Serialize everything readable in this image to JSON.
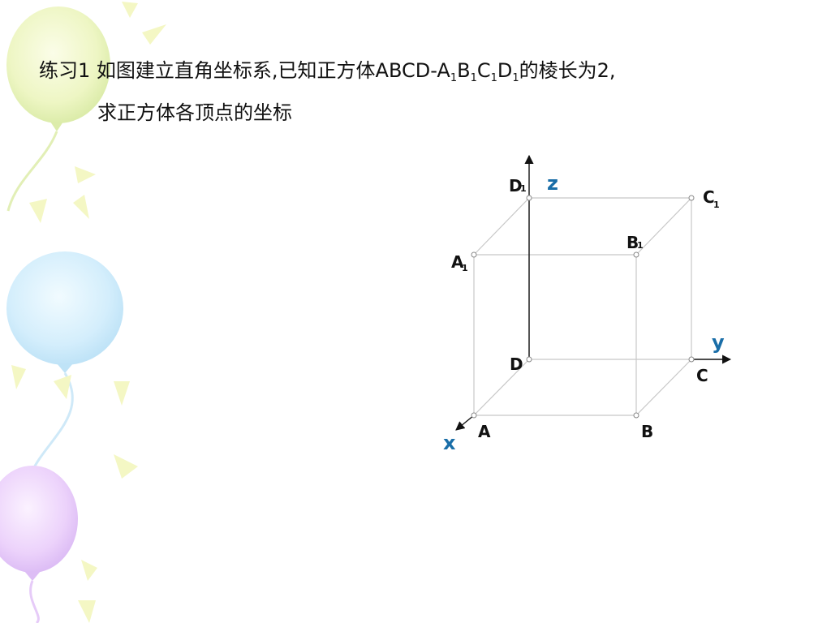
{
  "problem": {
    "label": "练习1",
    "line1_before": "如图建立直角坐标系,已知正方体ABCD-A",
    "sub1": "1",
    "b": "B",
    "sub2": "1",
    "c": "C",
    "sub3": "1",
    "d": "D",
    "sub4": "1",
    "line1_after": "的棱长为2,",
    "line2": "求正方体各顶点的坐标"
  },
  "diagram": {
    "axes": {
      "x": "x",
      "y": "y",
      "z": "z"
    },
    "vertices": {
      "A": "A",
      "B": "B",
      "C": "C",
      "D": "D",
      "A1": "A",
      "B1": "B",
      "C1": "C",
      "D1": "D",
      "sub": "1"
    }
  },
  "colors": {
    "axis_label": "#1a6ea8",
    "edge": "#c8c8c8",
    "text": "#111111"
  }
}
